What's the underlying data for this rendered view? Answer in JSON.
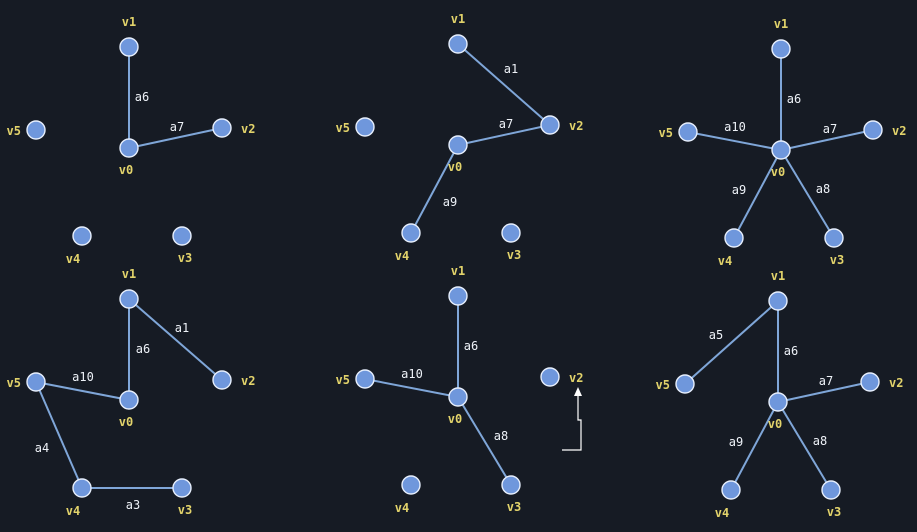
{
  "colors": {
    "background": "#161b24",
    "node_fill": "#6f97dc",
    "node_stroke": "#e6eefc",
    "edge": "#7fa6d8",
    "vertex_label": "#e2d36b",
    "edge_label": "#eef2f8"
  },
  "graphs": [
    {
      "vertices": [
        "v1",
        "v5",
        "v2",
        "v0",
        "v4",
        "v3"
      ],
      "edges": [
        {
          "from": "v1",
          "to": "v0",
          "label": "a6"
        },
        {
          "from": "v0",
          "to": "v2",
          "label": "a7"
        }
      ]
    },
    {
      "vertices": [
        "v1",
        "v5",
        "v2",
        "v0",
        "v4",
        "v3"
      ],
      "edges": [
        {
          "from": "v1",
          "to": "v2",
          "label": "a1"
        },
        {
          "from": "v0",
          "to": "v2",
          "label": "a7"
        },
        {
          "from": "v0",
          "to": "v4",
          "label": "a9"
        }
      ]
    },
    {
      "vertices": [
        "v1",
        "v5",
        "v2",
        "v0",
        "v4",
        "v3"
      ],
      "edges": [
        {
          "from": "v1",
          "to": "v0",
          "label": "a6"
        },
        {
          "from": "v5",
          "to": "v0",
          "label": "a10"
        },
        {
          "from": "v0",
          "to": "v2",
          "label": "a7"
        },
        {
          "from": "v0",
          "to": "v4",
          "label": "a9"
        },
        {
          "from": "v0",
          "to": "v3",
          "label": "a8"
        }
      ]
    },
    {
      "vertices": [
        "v1",
        "v5",
        "v2",
        "v0",
        "v4",
        "v3"
      ],
      "edges": [
        {
          "from": "v1",
          "to": "v0",
          "label": "a6"
        },
        {
          "from": "v1",
          "to": "v2",
          "label": "a1"
        },
        {
          "from": "v5",
          "to": "v0",
          "label": "a10"
        },
        {
          "from": "v5",
          "to": "v4",
          "label": "a4"
        },
        {
          "from": "v4",
          "to": "v3",
          "label": "a3"
        }
      ]
    },
    {
      "vertices": [
        "v1",
        "v5",
        "v2",
        "v0",
        "v4",
        "v3"
      ],
      "edges": [
        {
          "from": "v1",
          "to": "v0",
          "label": "a6"
        },
        {
          "from": "v5",
          "to": "v0",
          "label": "a10"
        },
        {
          "from": "v0",
          "to": "v3",
          "label": "a8"
        }
      ]
    },
    {
      "vertices": [
        "v1",
        "v5",
        "v2",
        "v0",
        "v4",
        "v3"
      ],
      "edges": [
        {
          "from": "v1",
          "to": "v5",
          "label": "a5"
        },
        {
          "from": "v1",
          "to": "v0",
          "label": "a6"
        },
        {
          "from": "v0",
          "to": "v2",
          "label": "a7"
        },
        {
          "from": "v0",
          "to": "v4",
          "label": "a9"
        },
        {
          "from": "v0",
          "to": "v3",
          "label": "a8"
        }
      ]
    }
  ]
}
